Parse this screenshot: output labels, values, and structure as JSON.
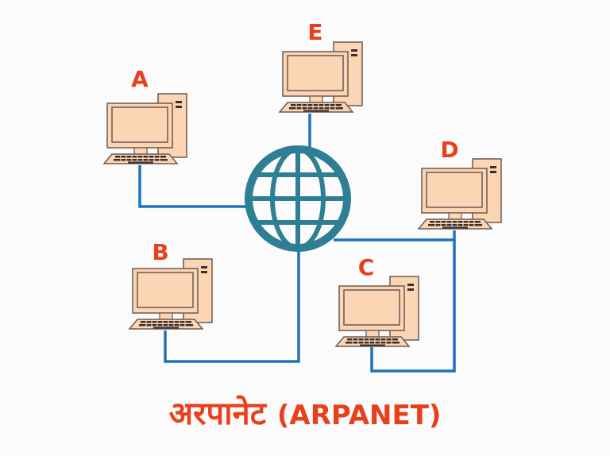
{
  "diagram": {
    "title_hindi": "अरपानेट",
    "title_english": "(ARPANET)",
    "center_icon": "globe-icon",
    "colors": {
      "background": "#fbfbfb",
      "label": "#e8401c",
      "globe": "#2f7f94",
      "wire": "#1e73be",
      "computer_fill": "#fcd5b5",
      "computer_outline": "#6b5a50"
    },
    "nodes": [
      {
        "id": "A",
        "label": "A"
      },
      {
        "id": "B",
        "label": "B"
      },
      {
        "id": "C",
        "label": "C"
      },
      {
        "id": "D",
        "label": "D"
      },
      {
        "id": "E",
        "label": "E"
      }
    ],
    "connections": [
      {
        "from": "A",
        "to": "globe"
      },
      {
        "from": "B",
        "to": "globe"
      },
      {
        "from": "E",
        "to": "globe"
      },
      {
        "from": "D",
        "to": "globe"
      },
      {
        "from": "C",
        "to": "D"
      }
    ]
  }
}
